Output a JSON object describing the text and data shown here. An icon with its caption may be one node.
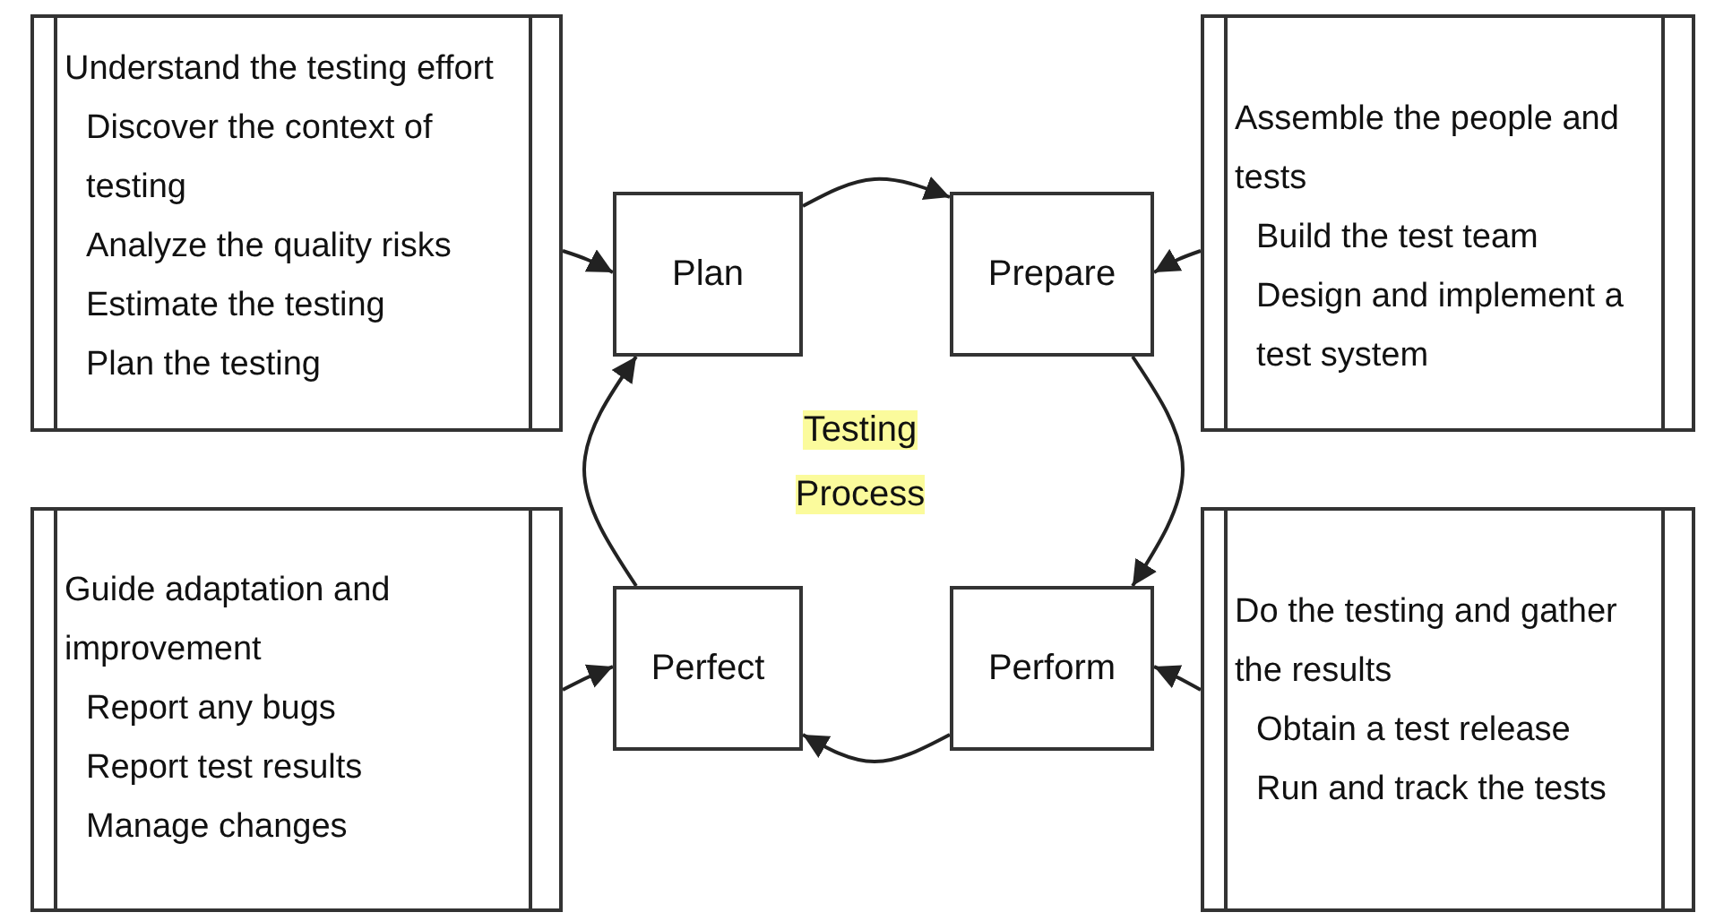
{
  "diagram": {
    "nodes": [
      {
        "text": [
          "Understand the testing effort",
          "Discover the context of testing",
          "Analyze the quality risks",
          "Estimate the testing",
          "Plan the testing"
        ]
      },
      {
        "text": [
          "Plan"
        ]
      },
      {
        "text": [
          "Prepare"
        ]
      },
      {
        "text": [
          "Assemble the people and tests",
          "Build the test team",
          "Design and implement a test system"
        ]
      },
      {
        "text": [
          "Guide adaptation and improvement",
          "Report any bugs",
          "Report test results",
          "Manage changes"
        ]
      },
      {
        "text": [
          "Perfect"
        ]
      },
      {
        "text": [
          "Perform"
        ]
      },
      {
        "text": [
          "Do the testing and gather the results",
          "Obtain a test release",
          "Run and track the tests"
        ]
      }
    ],
    "edges": [
      {
        "from": 0,
        "to": 1,
        "arrow": "to"
      },
      {
        "from": 3,
        "to": 2,
        "arrow": "to"
      },
      {
        "from": 4,
        "to": 5,
        "arrow": "to"
      },
      {
        "from": 7,
        "to": 6,
        "arrow": "to"
      },
      {
        "from": 1,
        "to": 2,
        "arrow": "to"
      },
      {
        "from": 2,
        "to": 6,
        "arrow": "to"
      },
      {
        "from": 6,
        "to": 5,
        "arrow": "to"
      },
      {
        "from": 5,
        "to": 1,
        "arrow": "to"
      }
    ],
    "labels": [
      "Testing Process"
    ]
  }
}
